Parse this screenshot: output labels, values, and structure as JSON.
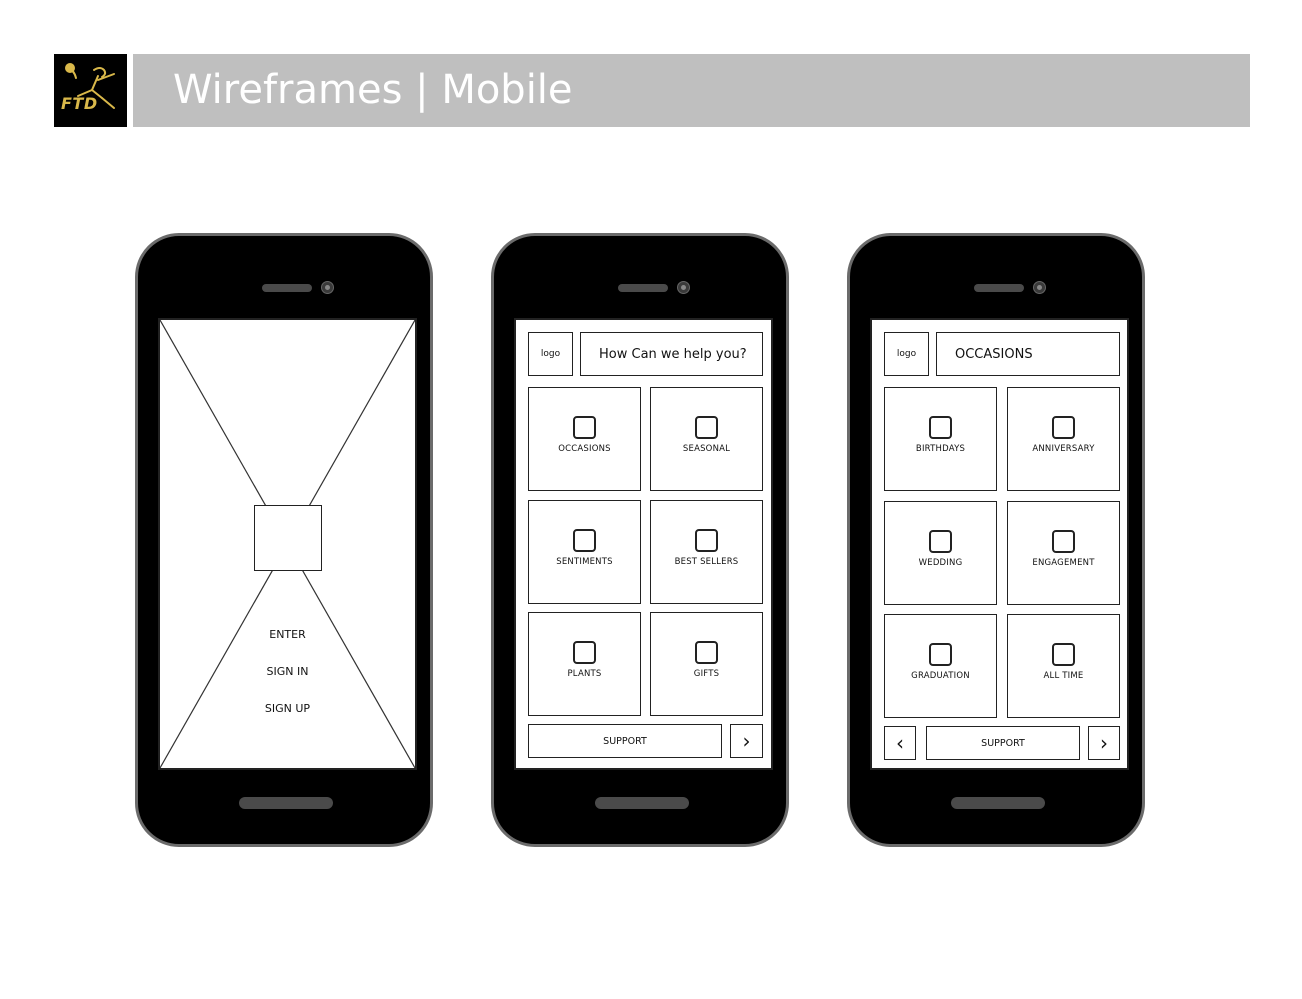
{
  "header": {
    "brand": "FTD",
    "title": "Wireframes | Mobile"
  },
  "phone1": {
    "menu": [
      "ENTER",
      "SIGN IN",
      "SIGN UP"
    ]
  },
  "phone2": {
    "logo": "logo",
    "search_text": "How Can we help you?",
    "tiles": [
      "OCCASIONS",
      "SEASONAL",
      "SENTIMENTS",
      "BEST SELLERS",
      "PLANTS",
      "GIFTS"
    ],
    "support": "SUPPORT",
    "next": "›"
  },
  "phone3": {
    "logo": "logo",
    "heading": "OCCASIONS",
    "tiles": [
      "BIRTHDAYS",
      "ANNIVERSARY",
      "WEDDING",
      "ENGAGEMENT",
      "GRADUATION",
      "ALL TIME"
    ],
    "support": "SUPPORT",
    "prev": "‹",
    "next": "›"
  },
  "colors": {
    "title_bar": "#bfbfbf",
    "brand_gold": "#d9b84a",
    "phone_body": "#000000"
  }
}
